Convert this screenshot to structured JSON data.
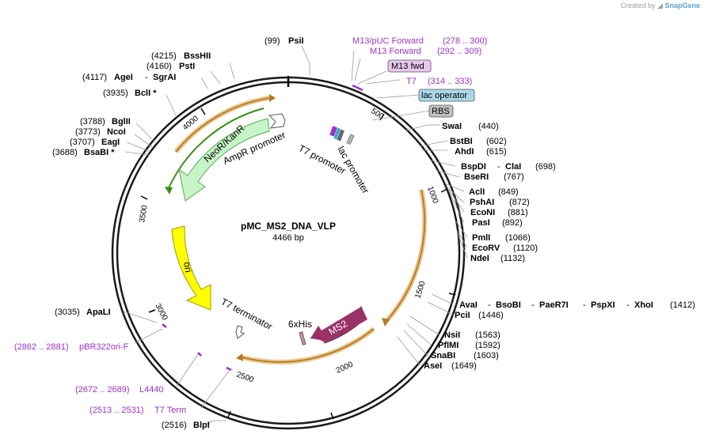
{
  "credit": {
    "prefix": "Created by",
    "brand": "SnapGene"
  },
  "plasmid": {
    "name": "pMC_MS2_DNA_VLP",
    "size": "4466 bp"
  },
  "ticks": [
    "500",
    "1000",
    "1500",
    "2000",
    "2500",
    "3000",
    "3500",
    "4000"
  ],
  "features": {
    "amp": "AmpR promoter",
    "neo": "NeoR/KanR",
    "ori": "ori",
    "ms2": "MS2",
    "t7term": "T7 terminator",
    "his": "6xHis",
    "t7prom": "T7 promoter",
    "lacprom": "lac promoter"
  },
  "boxes": {
    "m13fwd": "M13 fwd",
    "lacop": "lac operator",
    "rbs": "RBS"
  },
  "primers": {
    "m13puc": {
      "name": "M13/pUC Forward",
      "range": "(278 .. 300)"
    },
    "m13f": {
      "name": "M13 Forward",
      "range": "(292 .. 309)"
    },
    "t7": {
      "name": "T7",
      "range": "(314 .. 333)"
    },
    "pbr": {
      "range": "(2862 .. 2881)",
      "name": "pBR322ori-F"
    },
    "l4440": {
      "range": "(2672 .. 2689)",
      "name": "L4440"
    },
    "t7term": {
      "range": "(2513 .. 2531)",
      "name": "T7 Term"
    }
  },
  "sites": {
    "psi": {
      "pos": "(99)",
      "name": "PsiI"
    },
    "bsshii": {
      "pos": "(4215)",
      "name": "BssHII"
    },
    "psti": {
      "pos": "(4160)",
      "name": "PstI"
    },
    "agei": {
      "pos": "(4117)",
      "name": "AgeI",
      "sep": "-",
      "name2": "SgrAI"
    },
    "bcli": {
      "pos": "(3935)",
      "name": "BclI *"
    },
    "bglii": {
      "pos": "(3788)",
      "name": "BglII"
    },
    "ncoi": {
      "pos": "(3773)",
      "name": "NcoI"
    },
    "eagi": {
      "pos": "(3707)",
      "name": "EagI"
    },
    "bsabi": {
      "pos": "(3688)",
      "name": "BsaBI *"
    },
    "apali": {
      "pos": "(3035)",
      "name": "ApaLI"
    },
    "blpi": {
      "pos": "(2516)",
      "name": "BlpI"
    },
    "swai": {
      "name": "SwaI",
      "pos": "(440)"
    },
    "bstbi": {
      "name": "BstBI",
      "pos": "(602)"
    },
    "ahdi": {
      "name": "AhdI",
      "pos": "(615)"
    },
    "bspdi": {
      "name": "BspDI",
      "sep": "-",
      "name2": "ClaI",
      "pos": "(698)"
    },
    "bseri": {
      "name": "BseRI",
      "pos": "(767)"
    },
    "acli": {
      "name": "AclI",
      "pos": "(849)"
    },
    "pshai": {
      "name": "PshAI",
      "pos": "(872)"
    },
    "econi": {
      "name": "EcoNI",
      "pos": "(881)"
    },
    "pasi": {
      "name": "PasI",
      "pos": "(892)"
    },
    "pmli": {
      "name": "PmlI",
      "pos": "(1066)"
    },
    "ecorv": {
      "name": "EcoRV",
      "pos": "(1120)"
    },
    "ndei": {
      "name": "NdeI",
      "pos": "(1132)"
    },
    "avai": {
      "name": "AvaI",
      "sep1": "-",
      "name2": "BsoBI",
      "sep2": "-",
      "name3": "PaeR7I",
      "sep3": "-",
      "name4": "PspXI",
      "sep4": "-",
      "name5": "XhoI",
      "pos": "(1412)"
    },
    "pcii": {
      "name": "PciI",
      "pos": "(1446)"
    },
    "nsii": {
      "name": "NsiI",
      "pos": "(1563)"
    },
    "pflmi": {
      "name": "PflMI",
      "pos": "(1592)"
    },
    "snabi": {
      "name": "SnaBI",
      "pos": "(1603)"
    },
    "asei": {
      "name": "AseI",
      "pos": "(1649)"
    }
  },
  "colors": {
    "backbone": "#1a1a1a",
    "orf": "#d79b3c",
    "green": "#3c8c14",
    "neo_fill": "#c8f5c8",
    "ori_fill": "#ffff00",
    "ms2_fill": "#993366",
    "primer": "#9b32c8",
    "m13_box": "#e8c8f0",
    "lac_box": "#a8d8e8",
    "rbs_box": "#c0c0c0"
  }
}
